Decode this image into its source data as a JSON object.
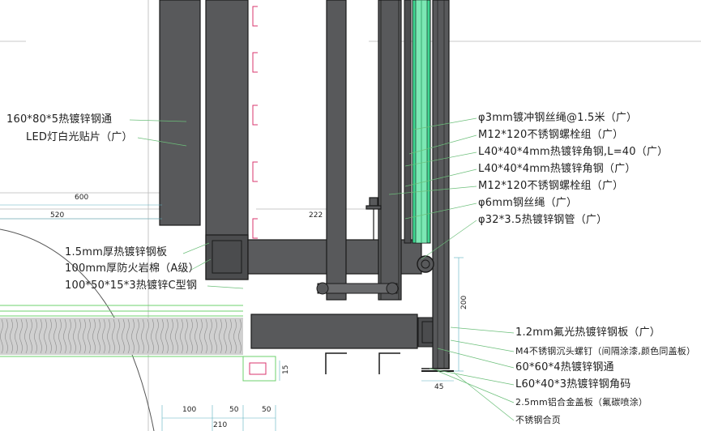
{
  "colors": {
    "steel": "#58595b",
    "steel_dark": "#3f4042",
    "steel_outline": "#1a1a1a",
    "glass": "#3ed690",
    "leader_green": "#4caf50",
    "magenta": "#d9366e",
    "cyan": "#35b8c8",
    "ground": "#b0b0b0"
  },
  "left_labels": [
    {
      "id": "tube-160",
      "text": "160*80*5热镀锌钢通"
    },
    {
      "id": "led-strip",
      "text": "LED灯白光贴片（广）"
    },
    {
      "id": "plate-15",
      "text": "1.5mm厚热镀锌钢板"
    },
    {
      "id": "fire-rock",
      "text": "100mm厚防火岩棉（A级）"
    },
    {
      "id": "c-section",
      "text": "100*50*15*3热镀锌C型钢"
    }
  ],
  "right_upper_labels": [
    {
      "id": "mesh-3",
      "text": "φ3mm镀冲钢丝绳@1.5米（广）"
    },
    {
      "id": "bolt-1",
      "text": "M12*120不锈钢螺栓组（广）"
    },
    {
      "id": "angle-l40",
      "text": "L40*40*4mm热镀锌角钢,L=40（广）"
    },
    {
      "id": "angle-40",
      "text": "L40*40*4mm热镀锌角钢（广）"
    },
    {
      "id": "bolt-2",
      "text": "M12*120不锈钢螺栓组（广）"
    },
    {
      "id": "wire-6",
      "text": "φ6mm钢丝绳（广）"
    },
    {
      "id": "pipe-32",
      "text": "φ32*3.5热镀锌钢管（广）"
    }
  ],
  "right_lower_labels": [
    {
      "id": "plate-12",
      "text": "1.2mm氟光热镀锌钢板（广）"
    },
    {
      "id": "screw-m4",
      "text": "M4不锈钢沉头螺钉（间隔涂漆,颜色同盖板）"
    },
    {
      "id": "tube-60",
      "text": "60*60*4热镀锌钢通"
    },
    {
      "id": "angle-l60",
      "text": "L60*40*3热镀锌钢角码"
    },
    {
      "id": "alu-plate",
      "text": "2.5mm铝合金盖板（氟碳喷涂）"
    },
    {
      "id": "ss-hinge",
      "text": "不锈钢合页"
    }
  ],
  "dimensions": [
    {
      "id": "d600",
      "text": "600"
    },
    {
      "id": "d520",
      "text": "520"
    },
    {
      "id": "d222",
      "text": "222"
    },
    {
      "id": "d200",
      "text": "200"
    },
    {
      "id": "d45",
      "text": "45"
    },
    {
      "id": "d100",
      "text": "100"
    },
    {
      "id": "d50a",
      "text": "50"
    },
    {
      "id": "d50b",
      "text": "50"
    },
    {
      "id": "d210",
      "text": "210"
    },
    {
      "id": "d15",
      "text": "15"
    }
  ]
}
